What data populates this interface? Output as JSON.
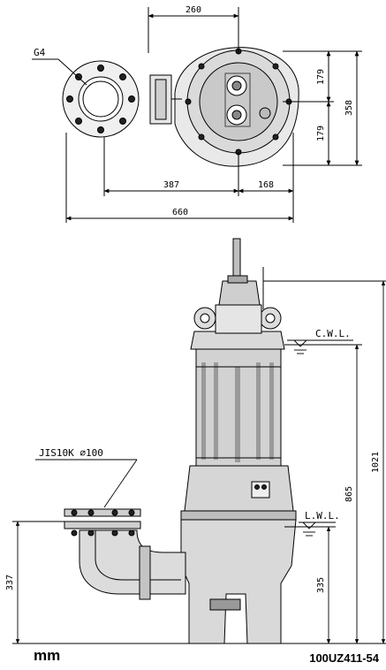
{
  "top_view": {
    "dimensions": {
      "width_top": "260",
      "height_upper": "179",
      "height_lower": "179",
      "height_total": "358",
      "left_span": "387",
      "right_span": "168",
      "overall": "660"
    },
    "connection_label": "G4"
  },
  "side_view": {
    "flange_label": "JIS10K ⌀100",
    "levels": {
      "cwl": "C.W.L.",
      "lwl": "L.W.L."
    },
    "dimensions": {
      "total_height": "1021",
      "cwl_height": "865",
      "lwl_height": "335",
      "outlet_height": "337"
    }
  },
  "footer": {
    "unit": "mm",
    "model": "100UZ411-54"
  }
}
